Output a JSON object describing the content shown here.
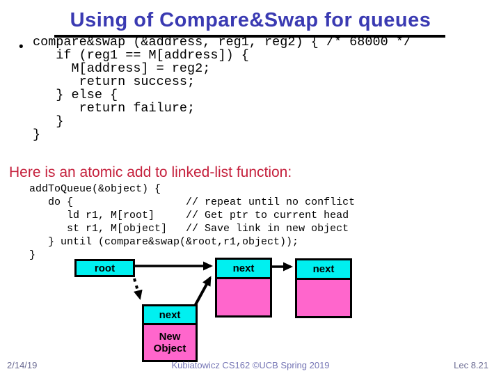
{
  "slide": {
    "title": "Using of Compare&Swap for queues",
    "bullet_marker": "•",
    "compare_swap_code": "compare&swap (&address, reg1, reg2) { /* 68000 */\n   if (reg1 == M[address]) {\n     M[address] = reg2;\n      return success;\n   } else {\n      return failure;\n   }\n}",
    "atomic_add_heading": "Here is an atomic add to linked-list function:",
    "add_to_queue_code": "addToQueue(&object) {\n   do {                  // repeat until no conflict\n      ld r1, M[root]     // Get ptr to current head\n      st r1, M[object]   // Save link in new object\n   } until (compare&swap(&root,r1,object));\n}",
    "diagram": {
      "root_label": "root",
      "node1_label": "next",
      "node2_label": "next",
      "new_object_label": "next",
      "new_object_line1": "New",
      "new_object_line2": "Object"
    },
    "footer": {
      "date": "2/14/19",
      "center": "Kubiatowicz CS162 ©UCB Spring 2019",
      "lecture": "Lec 8.21"
    },
    "colors": {
      "title_blue": "#3A3AB2",
      "heading_red": "#C5203C",
      "node_cyan": "#00F0F0",
      "node_pink": "#FF66CC",
      "footer_center_blue": "#7474B4",
      "footer_side_gray": "#6A6A92",
      "line_black": "#000000"
    }
  }
}
